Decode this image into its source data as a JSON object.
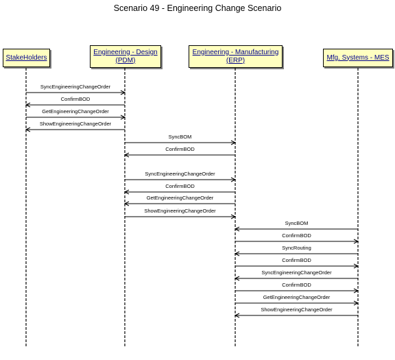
{
  "title": "Scenario 49 - Engineering Change Scenario",
  "actors": [
    {
      "id": "stakeholders",
      "lines": [
        "StakeHolders"
      ]
    },
    {
      "id": "pdm",
      "lines": [
        "Engineering - Design",
        "(PDM)"
      ]
    },
    {
      "id": "erp",
      "lines": [
        "Engineering - Manufacturing",
        "(ERP)"
      ]
    },
    {
      "id": "mes",
      "lines": [
        "Mfg. Systems - MES"
      ]
    }
  ],
  "messages": [
    {
      "label": "SyncEngineeringChangeOrder",
      "from": 0,
      "to": 1
    },
    {
      "label": "ConfirmBOD",
      "from": 1,
      "to": 0
    },
    {
      "label": "GetEngineeringChangeOrder",
      "from": 0,
      "to": 1
    },
    {
      "label": "ShowEngineeringChangeOrder",
      "from": 1,
      "to": 0
    },
    {
      "label": "SyncBOM",
      "from": 1,
      "to": 2
    },
    {
      "label": "ConfirmBOD",
      "from": 2,
      "to": 1
    },
    {
      "label": "SyncEngineeringChangeOrder",
      "from": 1,
      "to": 2
    },
    {
      "label": "ConfirmBOD",
      "from": 2,
      "to": 1
    },
    {
      "label": "GetEngineeringChangeOrder",
      "from": 2,
      "to": 1
    },
    {
      "label": "ShowEngineeringChangeOrder",
      "from": 1,
      "to": 2
    },
    {
      "label": "SyncBOM",
      "from": 3,
      "to": 2
    },
    {
      "label": "ConfirmBOD",
      "from": 2,
      "to": 3
    },
    {
      "label": "SyncRouting",
      "from": 3,
      "to": 2
    },
    {
      "label": "ConfirmBOD",
      "from": 2,
      "to": 3
    },
    {
      "label": "SyncEngineeringChangeOrder",
      "from": 3,
      "to": 2
    },
    {
      "label": "ConfirmBOD",
      "from": 2,
      "to": 3
    },
    {
      "label": "GetEngineeringChangeOrder",
      "from": 2,
      "to": 3
    },
    {
      "label": "ShowEngineeringChangeOrder",
      "from": 3,
      "to": 2
    }
  ]
}
